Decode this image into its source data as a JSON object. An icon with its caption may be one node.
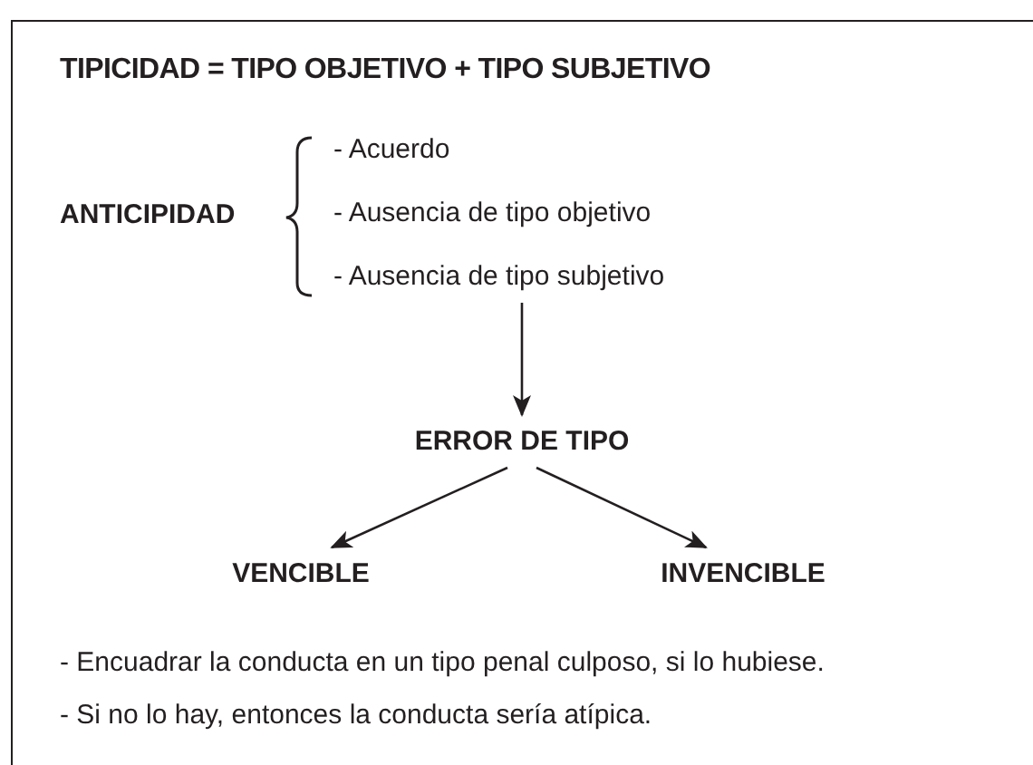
{
  "diagram": {
    "title": "TIPICIDAD = TIPO OBJETIVO + TIPO SUBJETIVO",
    "nodes": [
      {
        "text": [
          "ANTICIPIDAD"
        ]
      },
      {
        "text": [
          "- Acuerdo",
          "- Ausencia de tipo objetivo",
          "- Ausencia de tipo subjetivo"
        ]
      },
      {
        "text": [
          "ERROR DE TIPO"
        ]
      },
      {
        "text": [
          "VENCIBLE"
        ]
      },
      {
        "text": [
          "INVENCIBLE"
        ]
      }
    ],
    "edges": [
      {
        "from": 1,
        "to": 2,
        "arrow": "to"
      },
      {
        "from": 2,
        "to": 3,
        "arrow": "to"
      },
      {
        "from": 2,
        "to": 4,
        "arrow": "to"
      }
    ],
    "labels": [
      "- Encuadrar la conducta en un tipo penal culposo, si lo hubiese.",
      "- Si no lo hay, entonces la conducta sería atípica."
    ]
  }
}
